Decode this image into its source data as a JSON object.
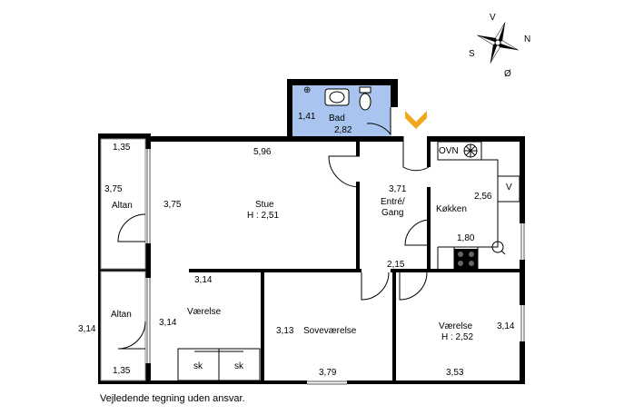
{
  "caption": "Vejledende tegning uden ansvar.",
  "compass": {
    "n": "N",
    "s": "S",
    "e": "Ø",
    "w": "V"
  },
  "rooms": {
    "bad": {
      "label": "Bad",
      "dim1": "1,41",
      "dim2": "2,82"
    },
    "stue": {
      "label": "Stue",
      "height": "H : 2,51",
      "dim_top": "5,96",
      "dim_side": "3,75"
    },
    "altan_top": {
      "label": "Altan",
      "dim_top": "1,35",
      "dim_side": "3,75"
    },
    "altan_bottom": {
      "label": "Altan",
      "dim_side": "3,14",
      "dim_bottom": "1,35"
    },
    "entre": {
      "label_line1": "Entré/",
      "label_line2": "Gang",
      "dim_side": "3,71",
      "dim_bottom": "2,15"
    },
    "koekken": {
      "label": "Køkken",
      "dim1": "2,56",
      "dim2": "1,80",
      "ovn": "OVN",
      "v": "V"
    },
    "vaerelse_left": {
      "label": "Værelse",
      "dim_top": "3,14",
      "dim_side": "3,14",
      "closet1": "sk",
      "closet2": "sk"
    },
    "sovevaerelse": {
      "label": "Soveværelse",
      "dim_side": "3,13",
      "dim_bottom": "3,79"
    },
    "vaerelse_right": {
      "label": "Værelse",
      "height": "H : 2,52",
      "dim_side": "3,14",
      "dim_bottom": "3,53"
    }
  },
  "colors": {
    "wall": "#000000",
    "bath_fill": "#a9c4ee",
    "entrance_marker": "#f0a820"
  }
}
